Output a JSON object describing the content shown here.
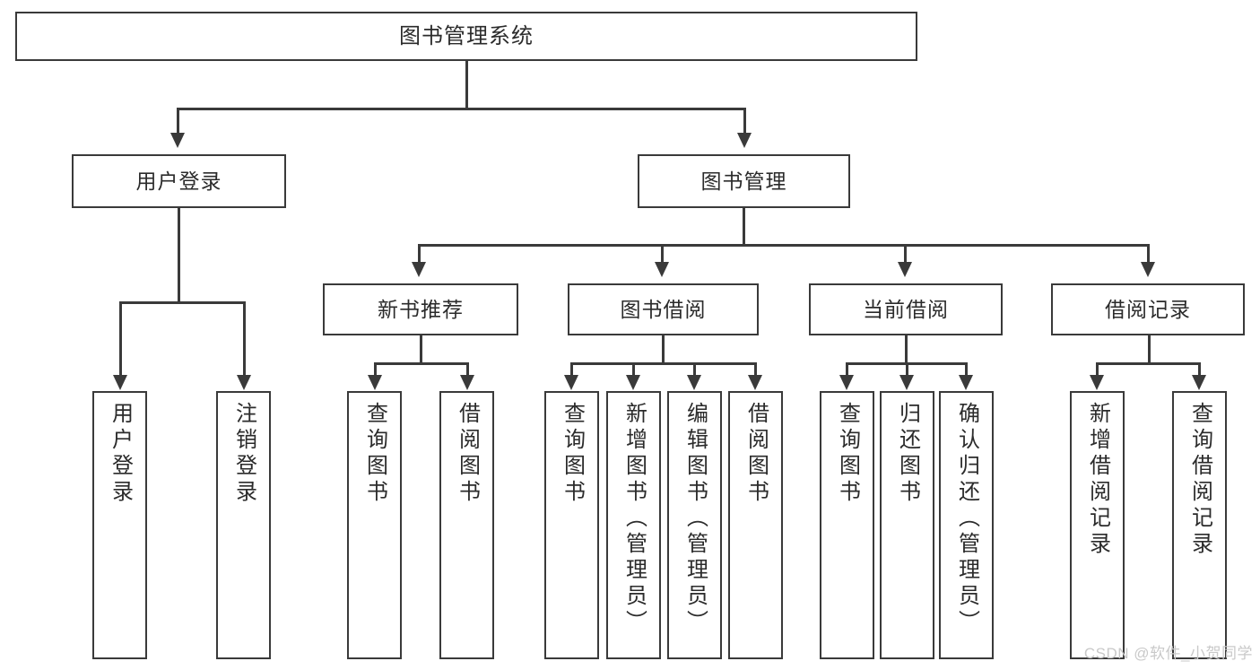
{
  "diagram": {
    "title": "图书管理系统",
    "type": "tree-hierarchy-diagram",
    "colors": {
      "stroke": "#3a3a3a",
      "fill": "#ffffff",
      "text": "#2b2b2b",
      "watermark": "#c9c9c9"
    },
    "root": {
      "label": "图书管理系统"
    },
    "level2": [
      {
        "label": "用户登录"
      },
      {
        "label": "图书管理"
      }
    ],
    "level3": [
      {
        "label": "新书推荐"
      },
      {
        "label": "图书借阅"
      },
      {
        "label": "当前借阅"
      },
      {
        "label": "借阅记录"
      }
    ],
    "leaves": {
      "user_login": [
        {
          "label": "用户登录"
        },
        {
          "label": "注销登录"
        }
      ],
      "new_book_recommend": [
        {
          "label": "查询图书"
        },
        {
          "label": "借阅图书"
        }
      ],
      "book_borrow": [
        {
          "label": "查询图书"
        },
        {
          "label": "新增图书（管理员）"
        },
        {
          "label": "编辑图书（管理员）"
        },
        {
          "label": "借阅图书"
        }
      ],
      "current_borrow": [
        {
          "label": "查询图书"
        },
        {
          "label": "归还图书"
        },
        {
          "label": "确认归还（管理员）"
        }
      ],
      "borrow_record": [
        {
          "label": "新增借阅记录"
        },
        {
          "label": "查询借阅记录"
        }
      ]
    }
  },
  "watermark": {
    "text": "CSDN @软件_小贺同学"
  }
}
